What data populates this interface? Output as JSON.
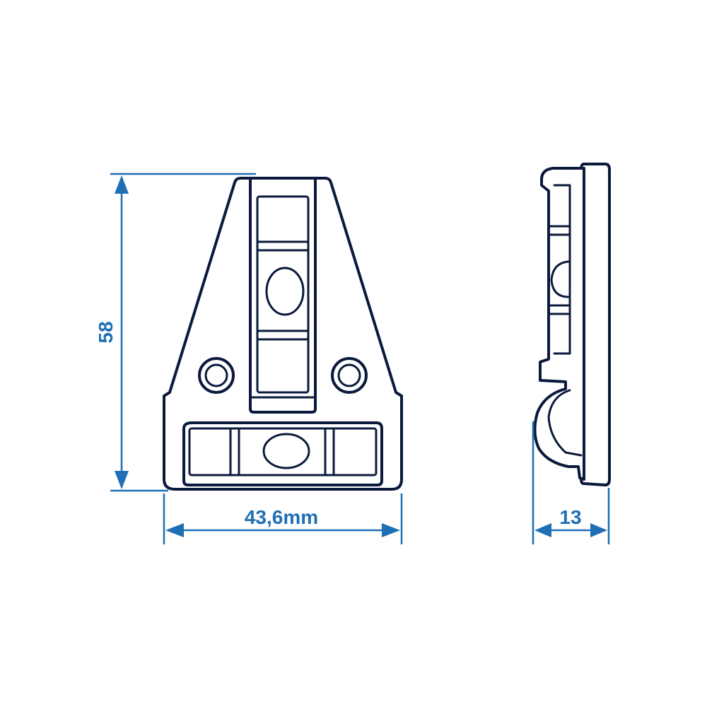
{
  "dimensions": {
    "height_label": "58",
    "width_label": "43,6mm",
    "depth_label": "13"
  },
  "colors": {
    "dimension": "#1f6fb5",
    "outline": "#0b1a3c",
    "background": "#ffffff"
  }
}
